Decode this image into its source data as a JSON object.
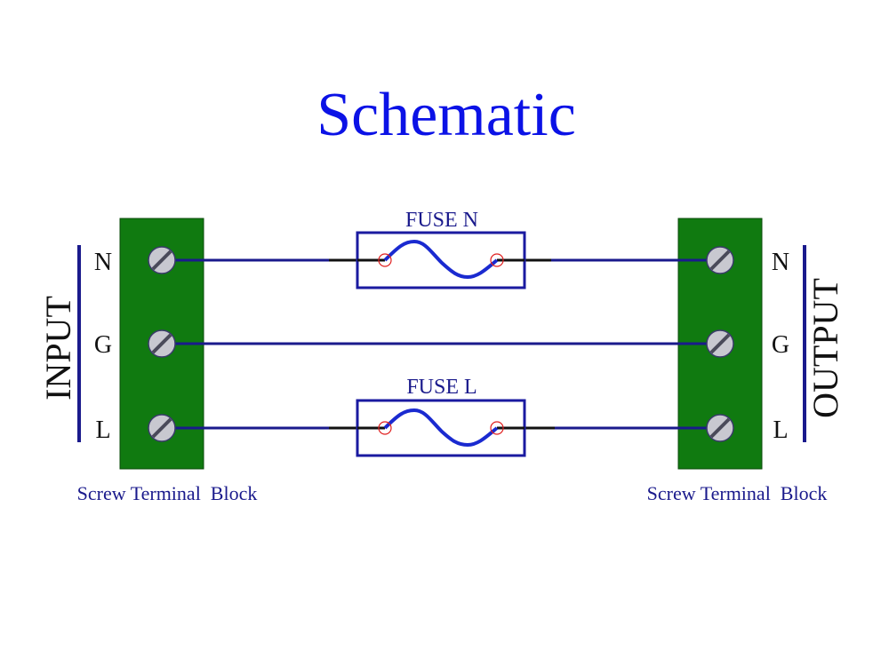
{
  "title": "Schematic",
  "input_label": "INPUT",
  "output_label": "OUTPUT",
  "left_terminals": [
    "N",
    "G",
    "L"
  ],
  "right_terminals": [
    "N",
    "G",
    "L"
  ],
  "fuse_n_label": "FUSE N",
  "fuse_l_label": "FUSE L",
  "left_block_caption": "Screw Terminal  Block",
  "right_block_caption": "Screw Terminal  Block",
  "colors": {
    "title": "#0b12e6",
    "wire": "#1a1a8c",
    "block": "#107a10",
    "screw_fill": "#c8c8d0",
    "fuse_border": "#1a1aa0",
    "fuse_element": "#1a2ad0",
    "fuse_contact": "#e02020",
    "caption": "#1a1a8c",
    "label_text": "#111111"
  }
}
